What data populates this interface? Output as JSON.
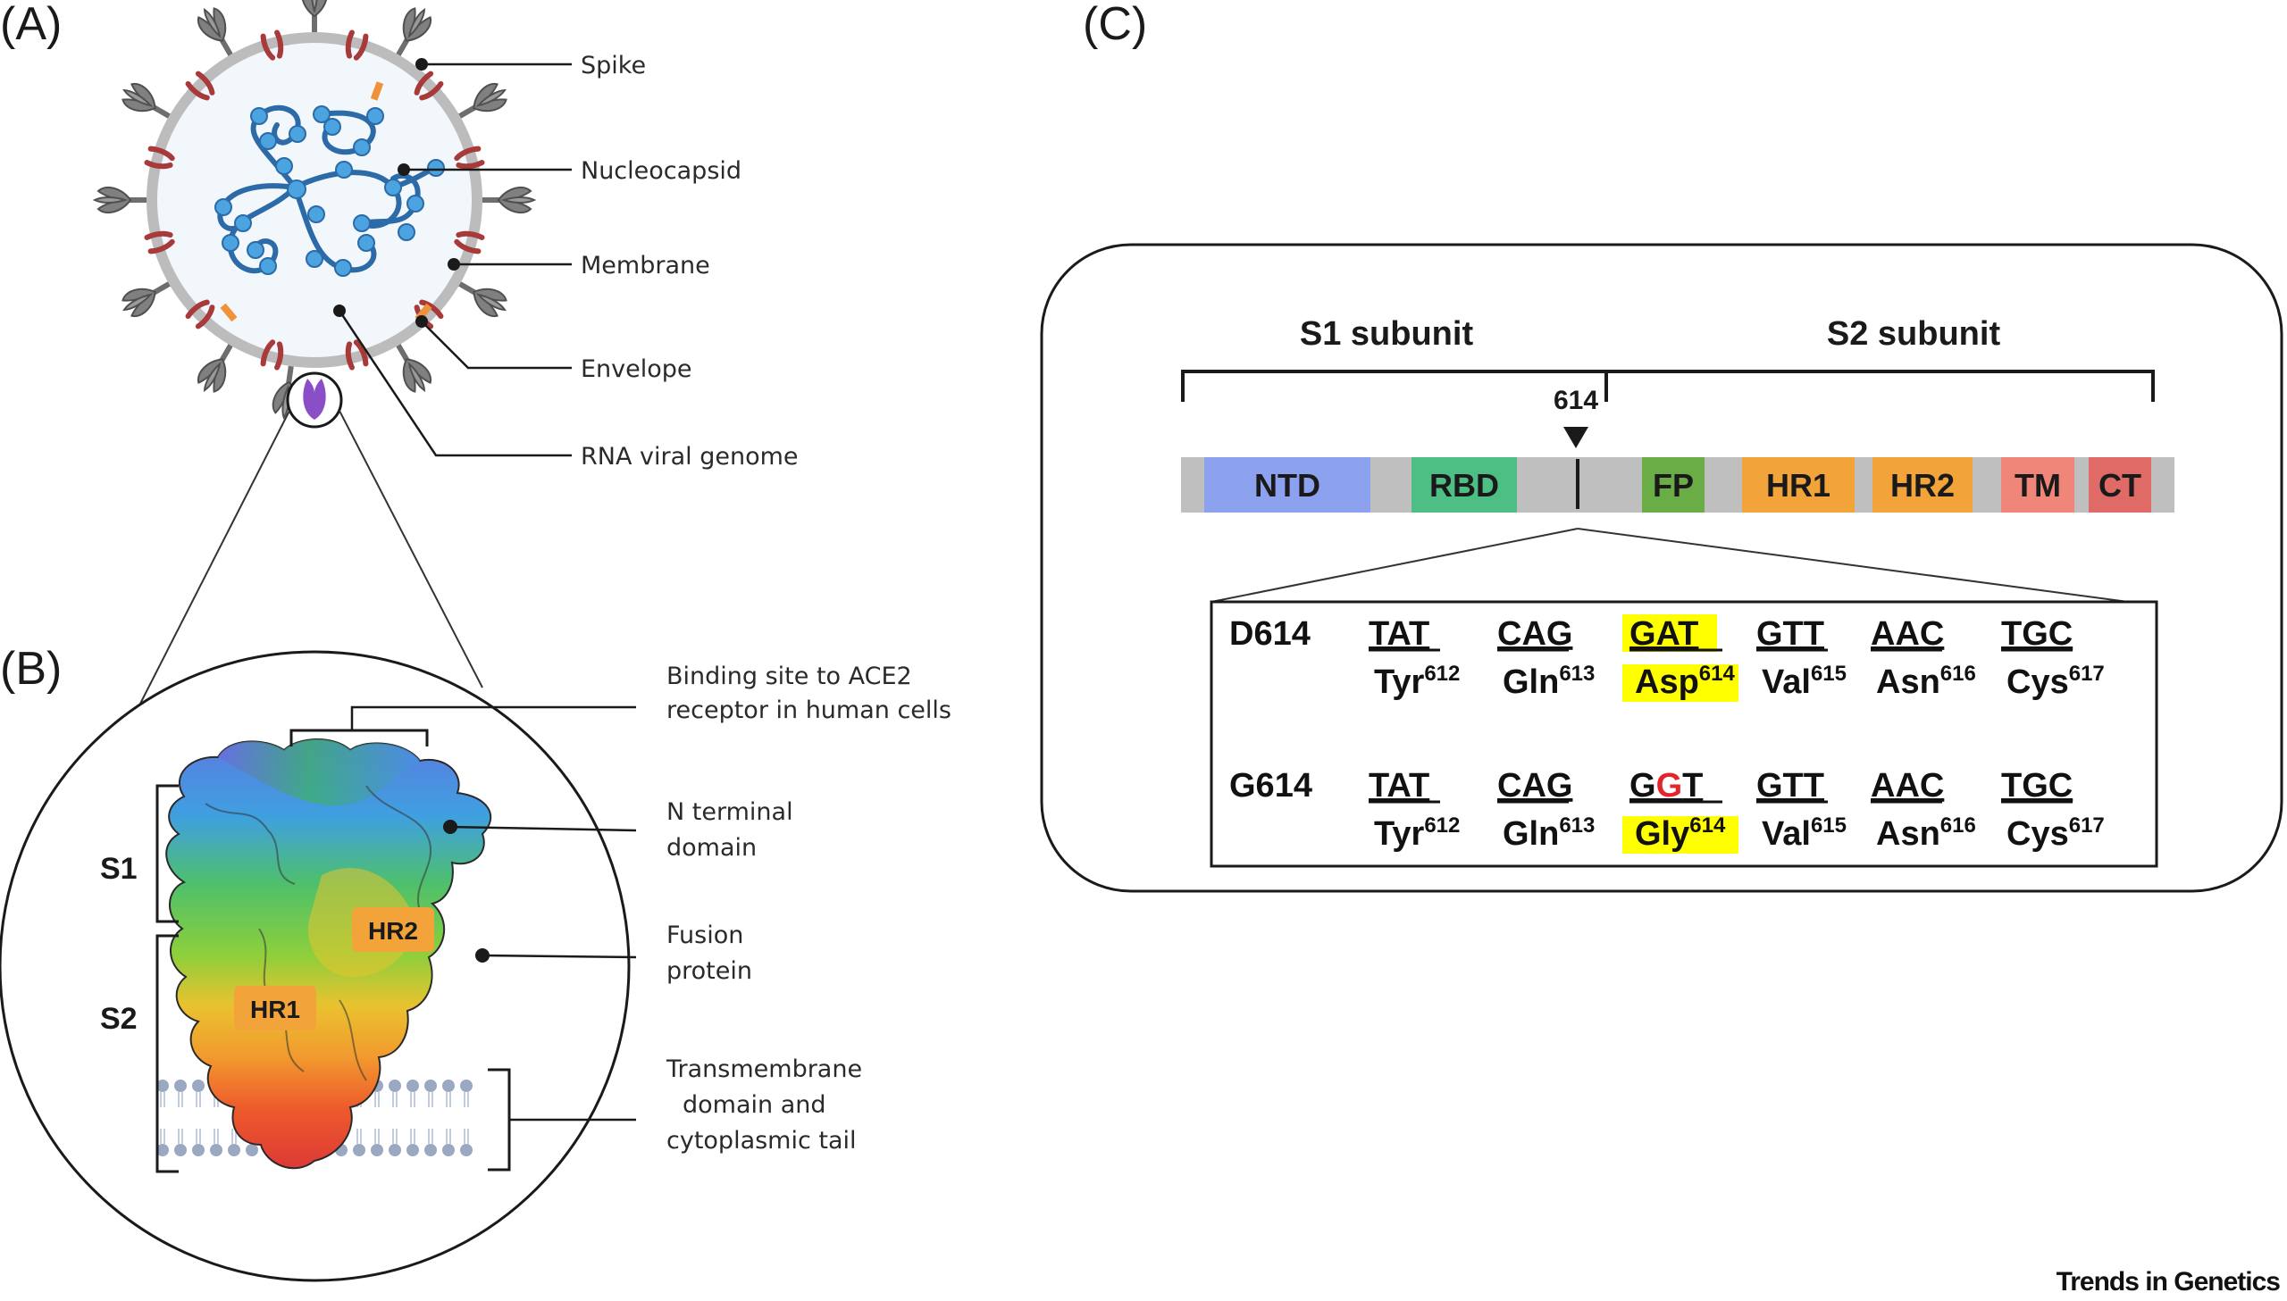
{
  "panels": {
    "a": "(A)",
    "b": "(B)",
    "c": "(C)"
  },
  "virion_labels": [
    "Spike",
    "Nucleocapsid",
    "Membrane",
    "Envelope",
    "RNA viral genome"
  ],
  "spike_labels": {
    "ace2": [
      "Binding site to ACE2",
      "receptor in human cells"
    ],
    "ntd": [
      "N terminal",
      "domain"
    ],
    "fusion": [
      "Fusion",
      "protein"
    ],
    "tm": [
      "Transmembrane",
      "domain and",
      "cytoplasmic tail"
    ],
    "s1": "S1",
    "s2": "S2",
    "hr1": "HR1",
    "hr2": "HR2"
  },
  "genome": {
    "s1_subunit": "S1 subunit",
    "s2_subunit": "S2 subunit",
    "position_marker": "614",
    "domains": [
      {
        "label": "NTD",
        "color": "#8da2ee"
      },
      {
        "label": "RBD",
        "color": "#4dbf84"
      },
      {
        "label": "FP",
        "color": "#6aac45"
      },
      {
        "label": "HR1",
        "color": "#f2a33a"
      },
      {
        "label": "HR2",
        "color": "#f2a33a"
      },
      {
        "label": "TM",
        "color": "#f0867a"
      },
      {
        "label": "CT",
        "color": "#e06a66"
      }
    ],
    "backbone_color": "#bfbfbf"
  },
  "variants": [
    {
      "name": "D614",
      "codons": [
        "TAT",
        "CAG",
        "GAT",
        "GTT",
        "AAC",
        "TGC"
      ],
      "residues": [
        {
          "aa": "Tyr",
          "pos": "612"
        },
        {
          "aa": "Gln",
          "pos": "613"
        },
        {
          "aa": "Asp",
          "pos": "614"
        },
        {
          "aa": "Val",
          "pos": "615"
        },
        {
          "aa": "Asn",
          "pos": "616"
        },
        {
          "aa": "Cys",
          "pos": "617"
        }
      ]
    },
    {
      "name": "G614",
      "codons": [
        "TAT",
        "CAG",
        "GGT",
        "GTT",
        "AAC",
        "TGC"
      ],
      "mutated_base": "G",
      "residues": [
        {
          "aa": "Tyr",
          "pos": "612"
        },
        {
          "aa": "Gln",
          "pos": "613"
        },
        {
          "aa": "Gly",
          "pos": "614"
        },
        {
          "aa": "Val",
          "pos": "615"
        },
        {
          "aa": "Asn",
          "pos": "616"
        },
        {
          "aa": "Cys",
          "pos": "617"
        }
      ]
    }
  ],
  "highlight_color": "#ffff00",
  "mutation_color": "#e3242b",
  "brand": "Trends in Genetics"
}
